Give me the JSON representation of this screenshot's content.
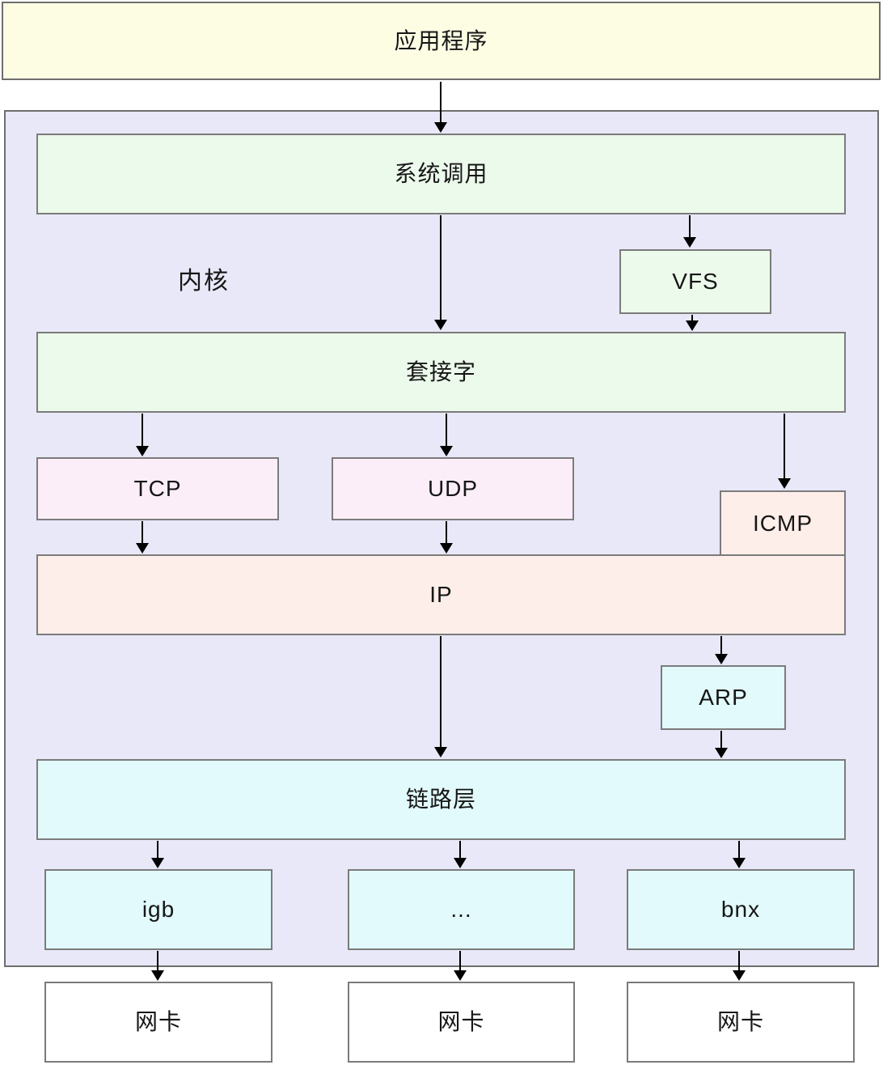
{
  "diagram": {
    "nodes": {
      "application": "应用程序",
      "kernel": "内核",
      "syscall": "系统调用",
      "vfs": "VFS",
      "socket": "套接字",
      "tcp": "TCP",
      "udp": "UDP",
      "icmp": "ICMP",
      "ip": "IP",
      "arp": "ARP",
      "link_layer": "链路层",
      "driver_igb": "igb",
      "driver_more": "...",
      "driver_bnx": "bnx",
      "nic_left": "网卡",
      "nic_middle": "网卡",
      "nic_right": "网卡"
    },
    "edges": [
      {
        "from": "应用程序",
        "to": "系统调用"
      },
      {
        "from": "系统调用",
        "to": "套接字"
      },
      {
        "from": "系统调用",
        "to": "VFS"
      },
      {
        "from": "VFS",
        "to": "套接字"
      },
      {
        "from": "套接字",
        "to": "TCP"
      },
      {
        "from": "套接字",
        "to": "UDP"
      },
      {
        "from": "套接字",
        "to": "ICMP"
      },
      {
        "from": "TCP",
        "to": "IP"
      },
      {
        "from": "UDP",
        "to": "IP"
      },
      {
        "from": "IP",
        "to": "链路层"
      },
      {
        "from": "IP",
        "to": "ARP"
      },
      {
        "from": "ARP",
        "to": "链路层"
      },
      {
        "from": "链路层",
        "to": "igb"
      },
      {
        "from": "链路层",
        "to": "..."
      },
      {
        "from": "链路层",
        "to": "bnx"
      },
      {
        "from": "igb",
        "to": "网卡"
      },
      {
        "from": "...",
        "to": "网卡"
      },
      {
        "from": "bnx",
        "to": "网卡"
      }
    ],
    "colors": {
      "application_fill": "#fdfde4",
      "kernel_fill": "#e8e8f8",
      "green_fill": "#ecfaec",
      "pink_fill": "#fbeef9",
      "peach_fill": "#fdeee9",
      "cyan_fill": "#e2fafb",
      "nic_fill": "#ffffff",
      "border": "#7b7b7b",
      "arrow": "#000000"
    }
  }
}
